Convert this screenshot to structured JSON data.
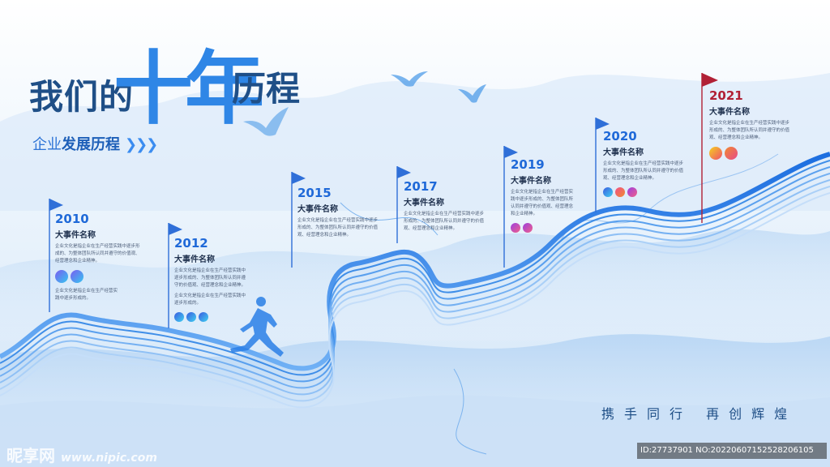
{
  "title": {
    "pre": "我们的",
    "big": "十年",
    "post": "历程"
  },
  "subtitle": {
    "normal": "企业",
    "strong": "发展历程",
    "arrows": "❯❯❯"
  },
  "slogan": "携手同行 再创辉煌",
  "milestones": [
    {
      "year": "2010",
      "event": "大事件名称",
      "desc1": "企业文化是指企业在生产经营实践中逐步形成的、为整体团队所认同并遵守的价值观、经营理念和企业精神。",
      "desc2": "企业文化是指企业在生产经营实践中逐步形成的。"
    },
    {
      "year": "2012",
      "event": "大事件名称",
      "desc1": "企业文化是指企业在生产经营实践中逐步形成的、为整体团队所认同并遵守的价值观、经营理念和企业精神。",
      "desc2": "企业文化是指企业在生产经营实践中逐步形成的。"
    },
    {
      "year": "2015",
      "event": "大事件名称",
      "desc1": "企业文化是指企业在生产经营实践中逐步形成的、为整体团队所认同并遵守的价值观、经营理念和企业精神。"
    },
    {
      "year": "2017",
      "event": "大事件名称",
      "desc1": "企业文化是指企业在生产经营实践中逐步形成的、为整体团队所认同并遵守的价值观、经营理念和企业精神。"
    },
    {
      "year": "2019",
      "event": "大事件名称",
      "desc1": "企业文化是指企业在生产经营实践中逐步形成的、为整体团队所认同并遵守的价值观、经营理念和企业精神。"
    },
    {
      "year": "2020",
      "event": "大事件名称",
      "desc1": "企业文化是指企业在生产经营实践中逐步形成的、为整体团队所认同并遵守的价值观、经营理念和企业精神。"
    },
    {
      "year": "2021",
      "event": "大事件名称",
      "desc1": "企业文化是指企业在生产经营实践中逐步形成的、为整体团队所认同并遵守的价值观、经营理念和企业精神。"
    }
  ],
  "watermark": {
    "site": "昵享网",
    "url": "www.nipic.com",
    "id": "ID:27737901 NO:20220607152528206105"
  },
  "colors": {
    "accent": "#2f86e6",
    "dark": "#1f4f87",
    "red_flag": "#b12035"
  }
}
